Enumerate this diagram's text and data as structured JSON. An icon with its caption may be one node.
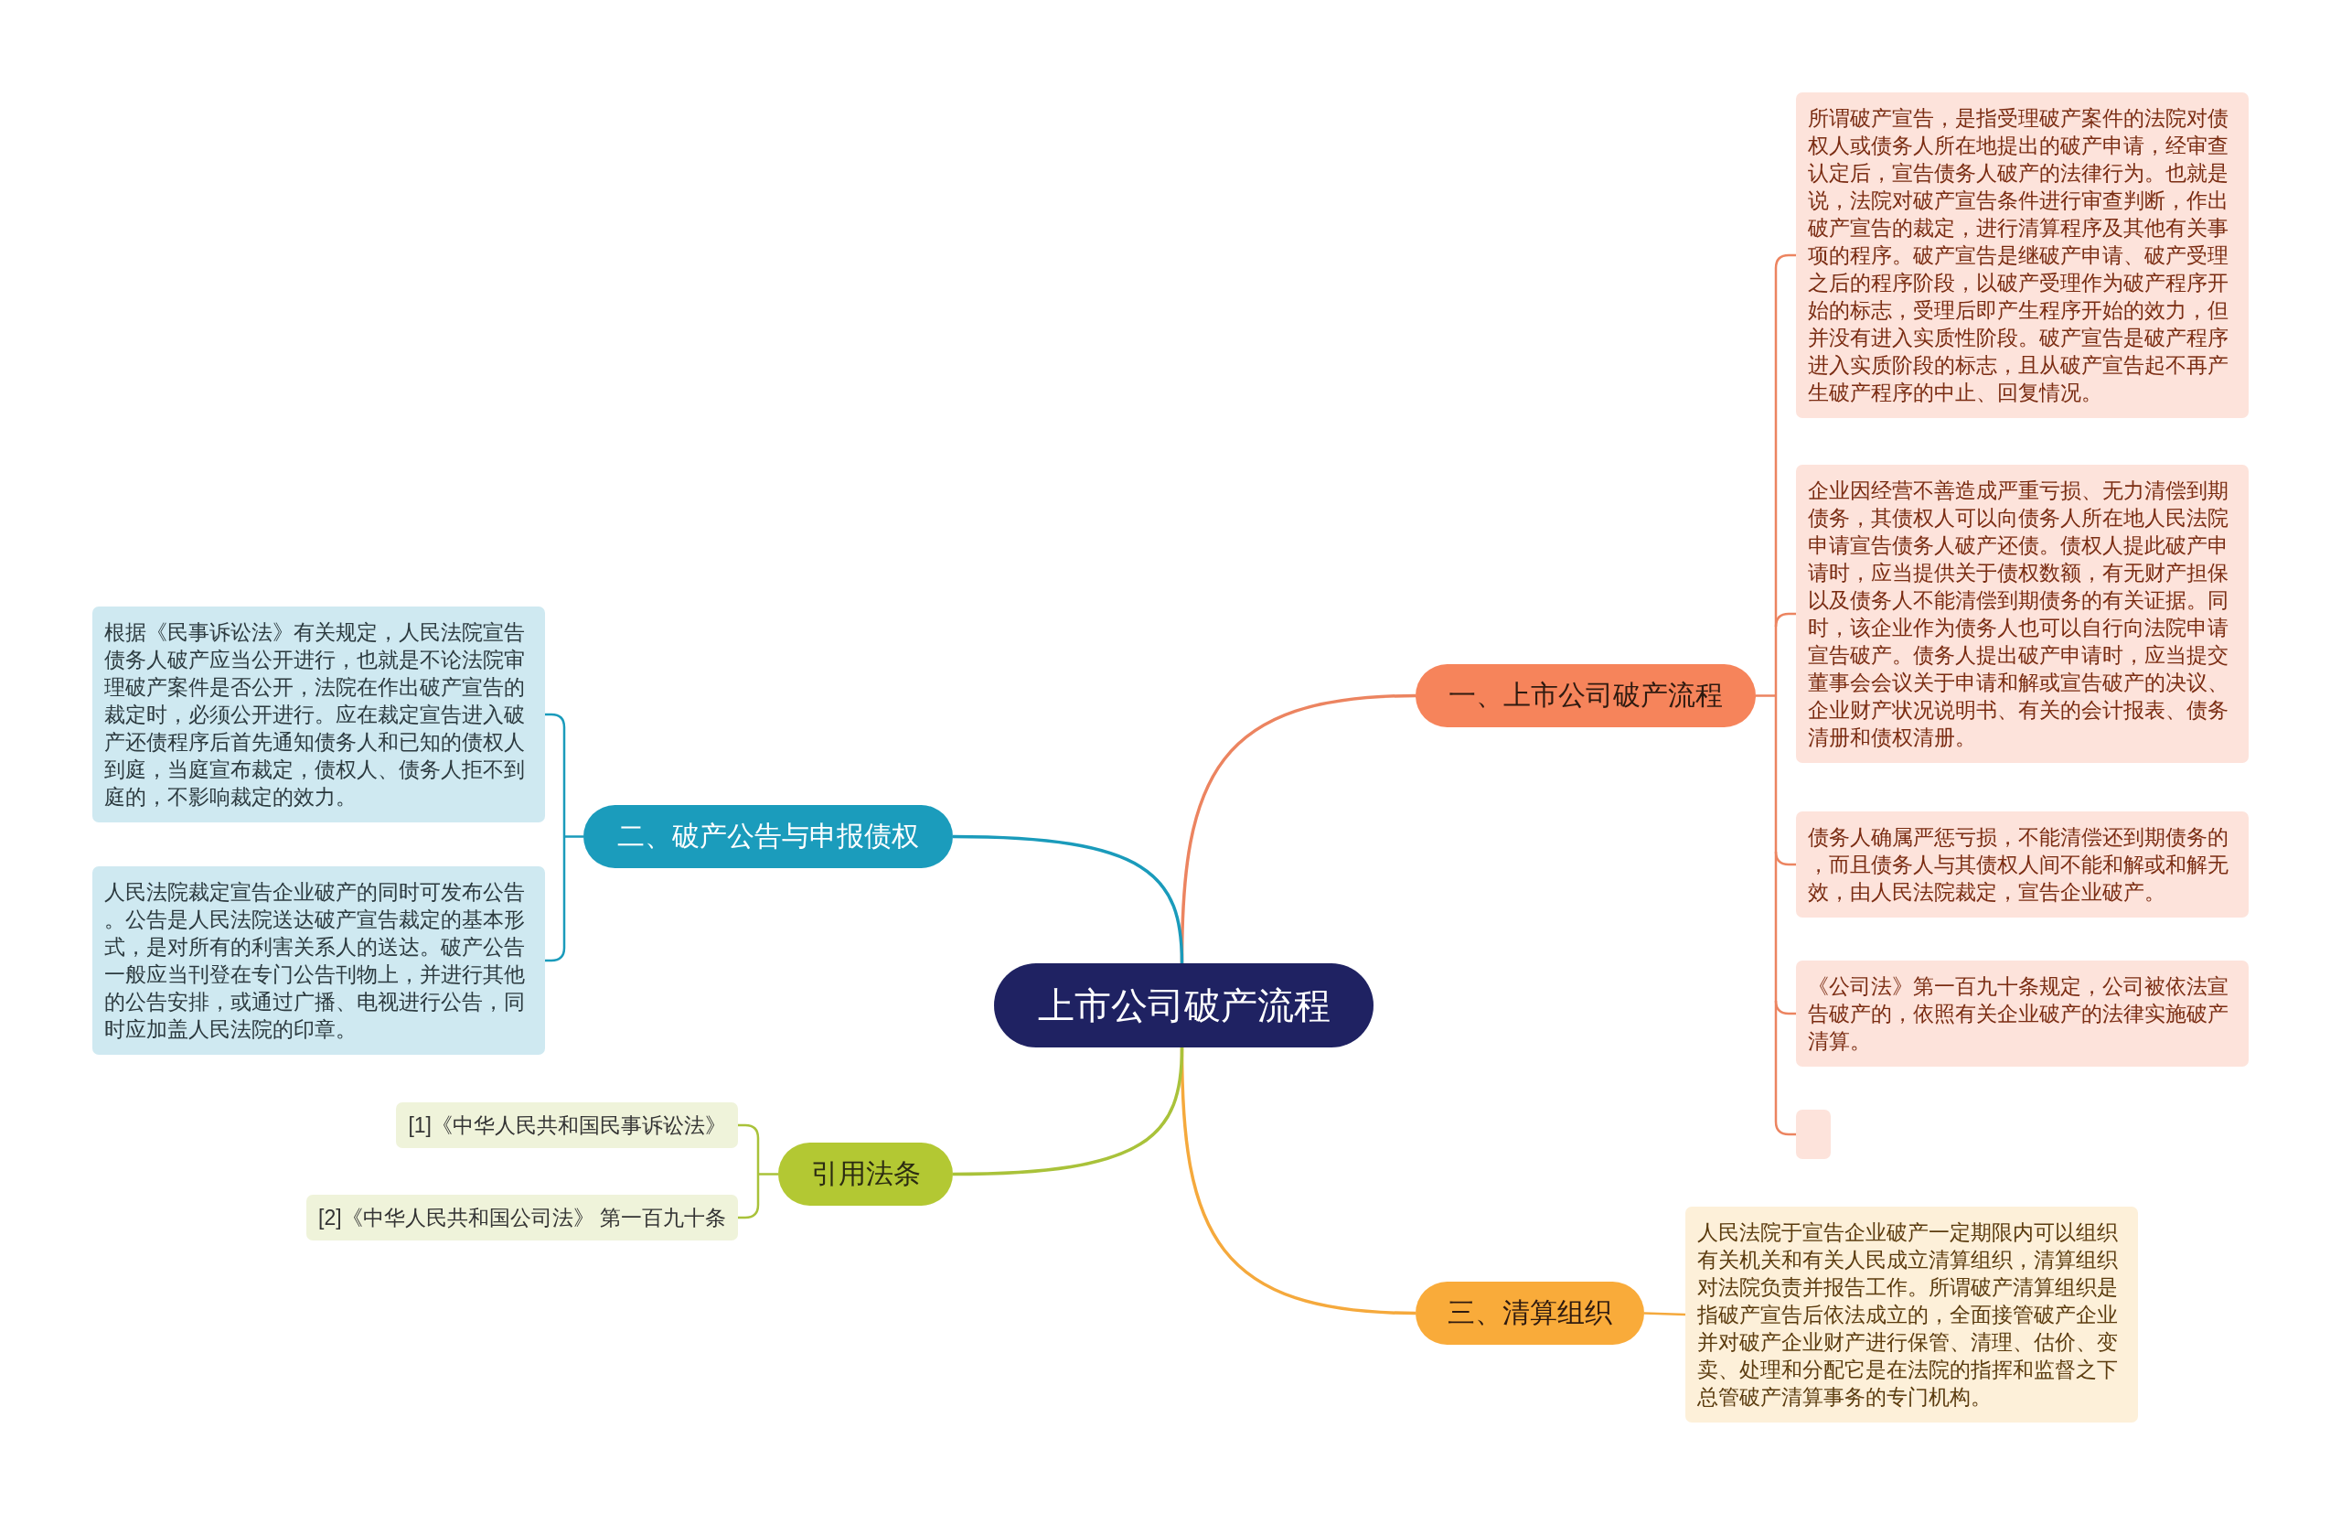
{
  "diagram": {
    "nodes": [
      {
        "text": [
          "上市公司破产流程"
        ]
      },
      {
        "text": [
          "一、上市公司破产流程"
        ]
      },
      {
        "text": [
          "所谓破产宣告，是指受理破产案件的法院对债权人或债务人所在地提出的破产申请，经审查认定后，宣告债务人破产的法律行为。也就是说，法院对破产宣告条件进行审查判断，作出破产宣告的裁定，进行清算程序及其他有关事项的程序。破产宣告是继破产申请、破产受理之后的程序阶段，以破产受理作为破产程序开始的标志，受理后即产生程序开始的效力，但并没有进入实质性阶段。破产宣告是破产程序进入实质阶段的标志，且从破产宣告起不再产生破产程序的中止、回复情况。"
        ]
      },
      {
        "text": [
          "企业因经营不善造成严重亏损、无力清偿到期债务，其债权人可以向债务人所在地人民法院申请宣告债务人破产还债。债权人提此破产申请时，应当提供关于债权数额，有无财产担保以及债务人不能清偿到期债务的有关证据。同时，该企业作为债务人也可以自行向法院申请宣告破产。债务人提出破产申请时，应当提交董事会会议关于申请和解或宣告破产的决议、企业财产状况说明书、有关的会计报表、债务清册和债权清册。"
        ]
      },
      {
        "text": [
          "债务人确属严惩亏损，不能清偿还到期债务的，而且债务人与其债权人间不能和解或和解无效，由人民法院裁定，宣告企业破产。"
        ]
      },
      {
        "text": [
          "《公司法》第一百九十条规定，公司被依法宣告破产的，依照有关企业破产的法律实施破产清算。"
        ]
      },
      {
        "text": [],
        "shape": "box"
      },
      {
        "text": [
          "二、破产公告与申报债权"
        ]
      },
      {
        "text": [
          "根据《民事诉讼法》有关规定，人民法院宣告债务人破产应当公开进行，也就是不论法院审理破产案件是否公开，法院在作出破产宣告的裁定时，必须公开进行。应在裁定宣告进入破产还债程序后首先通知债务人和已知的债权人到庭，当庭宣布裁定，债权人、债务人拒不到庭的，不影响裁定的效力。"
        ]
      },
      {
        "text": [
          "人民法院裁定宣告企业破产的同时可发布公告。公告是人民法院送达破产宣告裁定的基本形式，是对所有的利害关系人的送达。破产公告一般应当刊登在专门公告刊物上，并进行其他的公告安排，或通过广播、电视进行公告，同时应加盖人民法院的印章。"
        ]
      },
      {
        "text": [
          "三、清算组织"
        ]
      },
      {
        "text": [
          "人民法院于宣告企业破产一定期限内可以组织有关机关和有关人民成立清算组织，清算组织对法院负责并报告工作。所谓破产清算组织是指破产宣告后依法成立的，全面接管破产企业并对破产企业财产进行保管、清理、估价、变卖、处理和分配它是在法院的指挥和监督之下总管破产清算事务的专门机构。"
        ]
      },
      {
        "text": [
          "引用法条"
        ]
      },
      {
        "text": [
          "[1]《中华人民共和国民事诉讼法》"
        ]
      },
      {
        "text": [
          "[2]《中华人民共和国公司法》 第一百九十条"
        ]
      }
    ],
    "edges": [
      {
        "from": 0,
        "to": 1,
        "arrow": "none"
      },
      {
        "from": 1,
        "to": 2,
        "arrow": "none"
      },
      {
        "from": 1,
        "to": 3,
        "arrow": "none"
      },
      {
        "from": 1,
        "to": 4,
        "arrow": "none"
      },
      {
        "from": 1,
        "to": 5,
        "arrow": "none"
      },
      {
        "from": 1,
        "to": 6,
        "arrow": "none"
      },
      {
        "from": 0,
        "to": 7,
        "arrow": "none",
        "color": "#1a9bbb"
      },
      {
        "from": 7,
        "to": 8,
        "arrow": "none",
        "color": "#1a9bbb"
      },
      {
        "from": 7,
        "to": 9,
        "arrow": "none",
        "color": "#1a9bbb"
      },
      {
        "from": 0,
        "to": 10,
        "arrow": "none",
        "color": "#f5a93c"
      },
      {
        "from": 10,
        "to": 11,
        "arrow": "none",
        "color": "#f5a93c"
      },
      {
        "from": 0,
        "to": 12,
        "arrow": "none",
        "color": "#a9c23a"
      },
      {
        "from": 12,
        "to": 13,
        "arrow": "none",
        "color": "#a9c23a"
      },
      {
        "from": 12,
        "to": 14,
        "arrow": "none",
        "color": "#a9c23a"
      }
    ]
  }
}
